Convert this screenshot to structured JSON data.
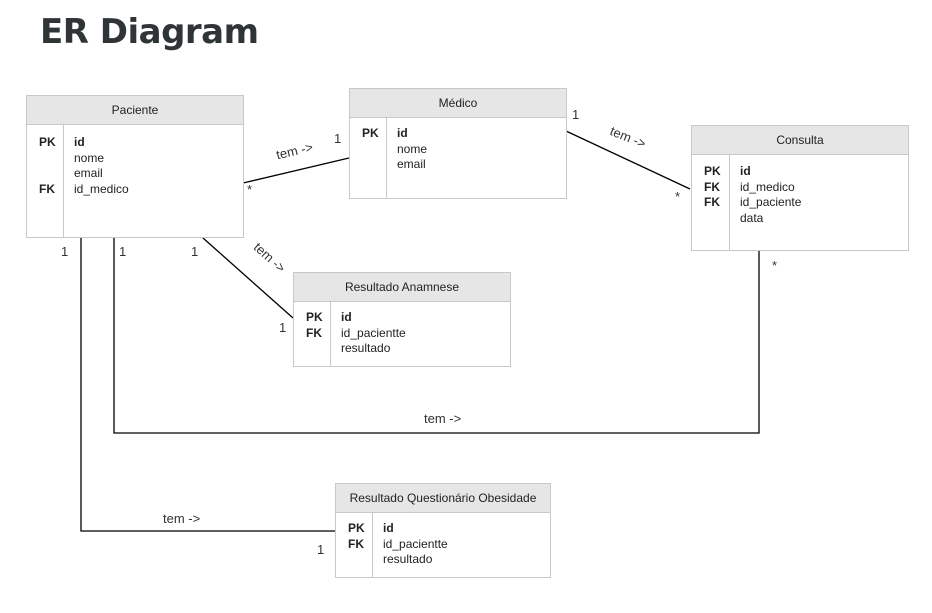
{
  "title": "ER Diagram",
  "entities": {
    "paciente": {
      "name": "Paciente",
      "keys": [
        "PK",
        "",
        "",
        "FK"
      ],
      "attrs": [
        "id",
        "nome",
        "email",
        "id_medico"
      ]
    },
    "medico": {
      "name": "Médico",
      "keys": [
        "PK",
        "",
        ""
      ],
      "attrs": [
        "id",
        "nome",
        "email"
      ]
    },
    "consulta": {
      "name": "Consulta",
      "keys": [
        "PK",
        "FK",
        "FK",
        ""
      ],
      "attrs": [
        "id",
        "id_medico",
        "id_paciente",
        "data"
      ]
    },
    "anamnese": {
      "name": "Resultado Anamnese",
      "keys": [
        "PK",
        "FK",
        ""
      ],
      "attrs": [
        "id",
        "id_pacientte",
        "resultado"
      ]
    },
    "questionario": {
      "name": "Resultado Questionário Obesidade",
      "keys": [
        "PK",
        "FK",
        ""
      ],
      "attrs": [
        "id",
        "id_pacientte",
        "resultado"
      ]
    }
  },
  "relationships": {
    "paciente_medico": {
      "label": "tem ->",
      "from": "*",
      "to": "1"
    },
    "medico_consulta": {
      "label": "tem ->",
      "from": "1",
      "to": "*"
    },
    "paciente_anamnese": {
      "label": "tem ->",
      "from": "1",
      "to": "1"
    },
    "paciente_consulta": {
      "label": "tem ->",
      "from": "1",
      "to": "*"
    },
    "paciente_questionario": {
      "label": "tem ->",
      "from": "1",
      "to": "1"
    }
  }
}
